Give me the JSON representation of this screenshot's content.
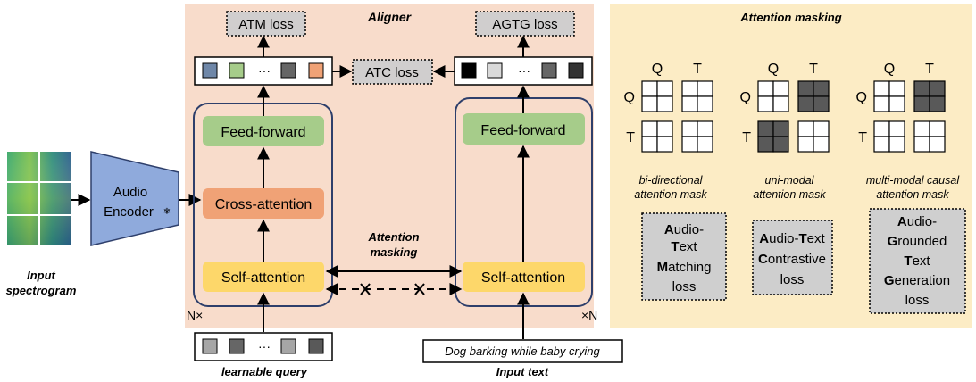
{
  "input": {
    "spectrogram_label_line1": "Input",
    "spectrogram_label_line2": "spectrogram",
    "encoder_line1": "Audio",
    "encoder_line2": "Encoder",
    "frozen_symbol": "❄"
  },
  "aligner": {
    "title": "Aligner",
    "n_left": "N×",
    "n_right": "×N",
    "left_stack": {
      "feed_forward": "Feed-forward",
      "cross_attention": "Cross-attention",
      "self_attention": "Self-attention"
    },
    "right_stack": {
      "feed_forward": "Feed-forward",
      "self_attention": "Self-attention"
    },
    "attention_masking_line1": "Attention",
    "attention_masking_line2": "masking",
    "ellipsis": "···"
  },
  "losses": {
    "atm": "ATM loss",
    "atc": "ATC loss",
    "agtg": "AGTG loss"
  },
  "inputs_bottom": {
    "query_label": "learnable query",
    "text_value": "Dog barking while baby crying",
    "text_label": "Input text"
  },
  "masking_panel": {
    "title": "Attention masking",
    "q": "Q",
    "t": "T",
    "masks": [
      {
        "label_line1": "bi-directional",
        "label_line2": "attention mask"
      },
      {
        "label_line1": "uni-modal",
        "label_line2": "attention mask"
      },
      {
        "label_line1": "multi-modal causal",
        "label_line2": "attention mask"
      }
    ],
    "tasks": [
      {
        "lines": [
          "Audio-",
          "Text",
          "Matching",
          "loss"
        ]
      },
      {
        "lines": [
          "Audio-Text",
          "Contrastive",
          "loss"
        ]
      },
      {
        "lines": [
          "Audio-",
          "Grounded",
          "Text",
          "Generation",
          "loss"
        ]
      }
    ]
  },
  "colors": {
    "aligner_bg": "#f8dccb",
    "panel_bg": "#fcecc5",
    "feed_forward": "#a6cc8a",
    "cross_attention": "#f0a276",
    "self_attention": "#fdd76a",
    "encoder": "#8faadc",
    "stack_border": "#2e3f6b",
    "loss_box": "#d0cece",
    "task_box": "#cfcfcf",
    "mask_dark": "#595959"
  }
}
